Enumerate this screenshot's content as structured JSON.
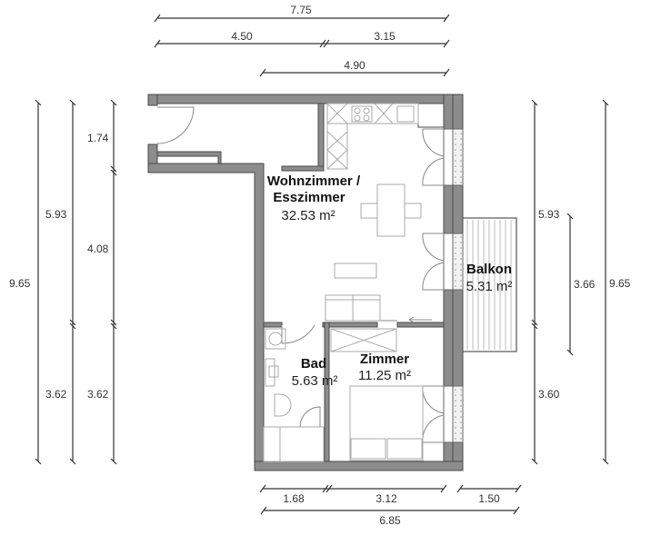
{
  "colors": {
    "wall_fill": "#8c8c8c",
    "wall_stroke": "#4a4a4a",
    "furniture": "#aaaaaa",
    "dim_line": "#333333",
    "text": "#111111"
  },
  "dimensions": {
    "top": {
      "total_width": "7.75",
      "left_segment": "4.50",
      "right_segment": "3.15",
      "main_width": "4.90"
    },
    "left": {
      "total_height": "9.65",
      "upper_outer": "5.93",
      "lower_outer": "3.62",
      "entry": "1.74",
      "middle": "4.08",
      "lower_inner": "3.62"
    },
    "right": {
      "upper": "5.93",
      "lower": "3.60",
      "balcony": "3.66",
      "total_height": "9.65"
    },
    "bottom": {
      "bath": "1.68",
      "room": "3.12",
      "balcony": "1.50",
      "total_width": "6.85"
    }
  },
  "rooms": [
    {
      "name_line1": "Wohnzimmer /",
      "name_line2": "Esszimmer",
      "area": "32.53 m²"
    },
    {
      "name": "Balkon",
      "area": "5.31 m²"
    },
    {
      "name": "Bad",
      "area": "5.63 m²"
    },
    {
      "name": "Zimmer",
      "area": "11.25 m²"
    }
  ]
}
